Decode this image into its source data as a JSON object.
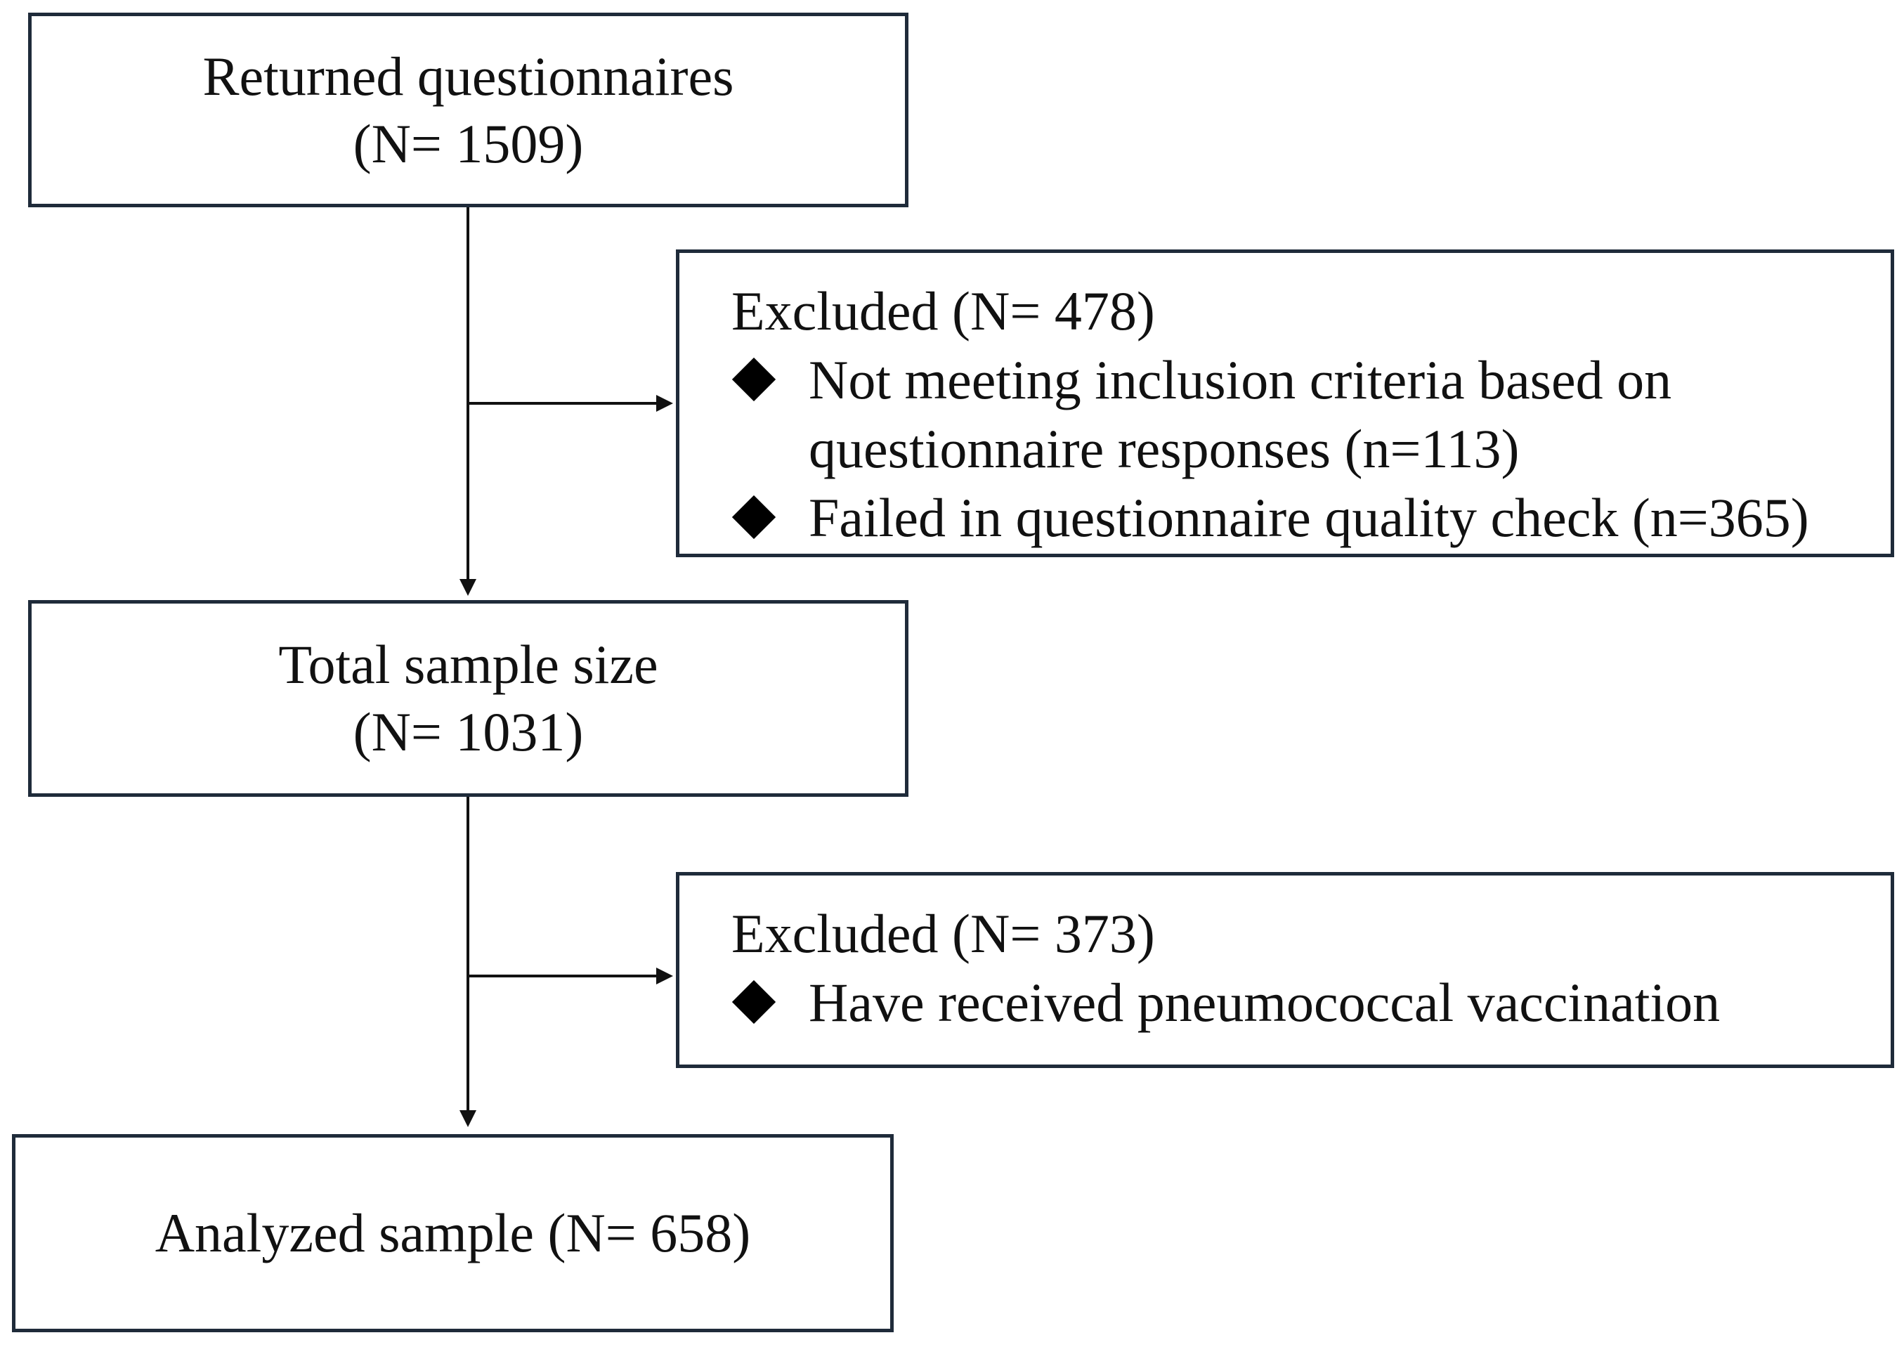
{
  "flowchart": {
    "returned": {
      "title": "Returned questionnaires",
      "count": "(N= 1509)"
    },
    "excluded_1": {
      "heading": "Excluded (N= 478)",
      "items": [
        "Not meeting inclusion criteria based on questionnaire responses (n=113)",
        "Failed in questionnaire quality check (n=365)"
      ]
    },
    "total": {
      "title": "Total sample size",
      "count": "(N= 1031)"
    },
    "excluded_2": {
      "heading": "Excluded (N= 373)",
      "items": [
        "Have received pneumococcal vaccination"
      ]
    },
    "analyzed": {
      "title": "Analyzed sample (N= 658)"
    }
  },
  "colors": {
    "box_border": "#1f2b3a",
    "connector": "#111111",
    "bullet": "#000000"
  }
}
